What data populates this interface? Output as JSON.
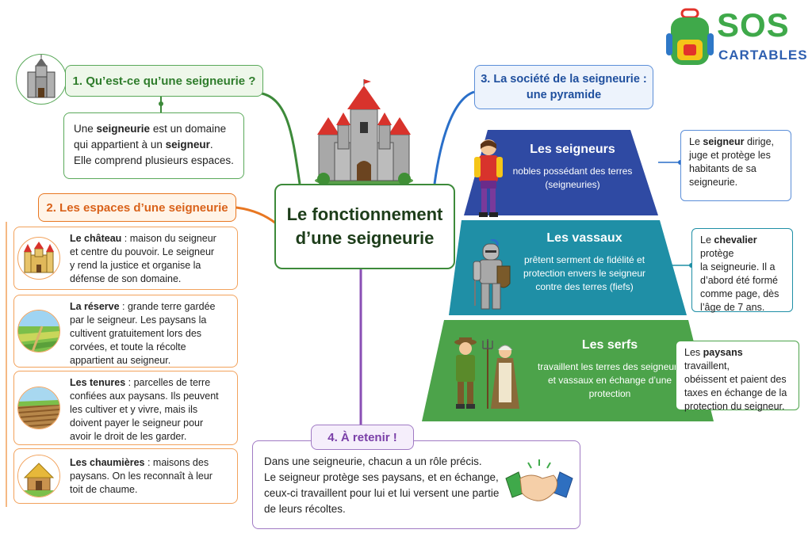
{
  "logo": {
    "sos": "SOS",
    "cartables": "CARTABLES"
  },
  "title": {
    "line1": "Le fonctionnement",
    "line2": "d’une seigneurie"
  },
  "section1": {
    "heading": "1. Qu’est-ce qu’une seigneurie ?",
    "text": [
      {
        "pre": "Une ",
        "bold": "seigneurie",
        "post": " est un domaine"
      },
      {
        "pre": "qui appartient à un ",
        "bold": "seigneur",
        "post": "."
      },
      {
        "pre": "Elle comprend plusieurs espaces.",
        "bold": "",
        "post": ""
      }
    ]
  },
  "section2": {
    "heading": "2. Les espaces d’une seigneurie",
    "cards": [
      {
        "bold": "Le château",
        "lines": [
          " : maison du seigneur",
          "et centre du pouvoir. Le seigneur",
          "y rend la justice et organise la",
          "défense de son domaine."
        ]
      },
      {
        "bold": "La réserve",
        "lines": [
          " : grande terre gardée",
          "par le seigneur. Les paysans la",
          "cultivent gratuitement lors des",
          "corvées, et toute la récolte",
          "appartient au seigneur."
        ]
      },
      {
        "bold": "Les tenures",
        "lines": [
          " : parcelles de terre",
          "confiées aux paysans. Ils peuvent",
          "les cultiver et y vivre, mais ils",
          "doivent payer le seigneur pour",
          "avoir le droit de les garder."
        ]
      },
      {
        "bold": "Les chaumières",
        "lines": [
          " : maisons des",
          "paysans. On les reconnaît à leur",
          "toit de chaume."
        ]
      }
    ]
  },
  "section3": {
    "heading_line1": "3. La société de la seigneurie :",
    "heading_line2": "une pyramide",
    "levels": [
      {
        "title": "Les seigneurs",
        "desc": [
          "nobles possédant des terres",
          "(seigneuries)"
        ],
        "color": "#2f4aa3",
        "side": [
          {
            "pre": "Le ",
            "bold": "seigneur",
            "post": " dirige,"
          },
          {
            "pre": "juge et protège les",
            "bold": "",
            "post": ""
          },
          {
            "pre": "habitants de sa",
            "bold": "",
            "post": ""
          },
          {
            "pre": "seigneurie.",
            "bold": "",
            "post": ""
          }
        ]
      },
      {
        "title": "Les vassaux",
        "desc": [
          "prêtent serment de fidélité et",
          "protection envers le seigneur",
          "contre des terres (fiefs)"
        ],
        "color": "#1f8fa6",
        "side": [
          {
            "pre": "Le ",
            "bold": "chevalier",
            "post": " protège"
          },
          {
            "pre": "la seigneurie. Il a",
            "bold": "",
            "post": ""
          },
          {
            "pre": "d’abord été formé",
            "bold": "",
            "post": ""
          },
          {
            "pre": "comme page, dès",
            "bold": "",
            "post": ""
          },
          {
            "pre": "l’âge de 7 ans.",
            "bold": "",
            "post": ""
          }
        ]
      },
      {
        "title": "Les serfs",
        "desc": [
          "travaillent les terres des seigneurs",
          "et vassaux en échange d’une",
          "protection"
        ],
        "color": "#4ca34a",
        "side": [
          {
            "pre": "Les ",
            "bold": "paysans",
            "post": " travaillent,"
          },
          {
            "pre": "obéissent et paient des",
            "bold": "",
            "post": ""
          },
          {
            "pre": "taxes en échange de la",
            "bold": "",
            "post": ""
          },
          {
            "pre": "protection du seigneur.",
            "bold": "",
            "post": ""
          }
        ]
      }
    ]
  },
  "section4": {
    "heading": "4. À retenir !",
    "lines": [
      "Dans une seigneurie, chacun a un rôle précis.",
      "Le seigneur protège ses paysans, et en échange,",
      "ceux-ci travaillent pour lui et lui versent une partie",
      "de leurs récoltes."
    ]
  },
  "colors": {
    "green": "#3d8a3a",
    "orange": "#e87722",
    "blue": "#2a6fc9",
    "purple": "#8a4fb5"
  }
}
